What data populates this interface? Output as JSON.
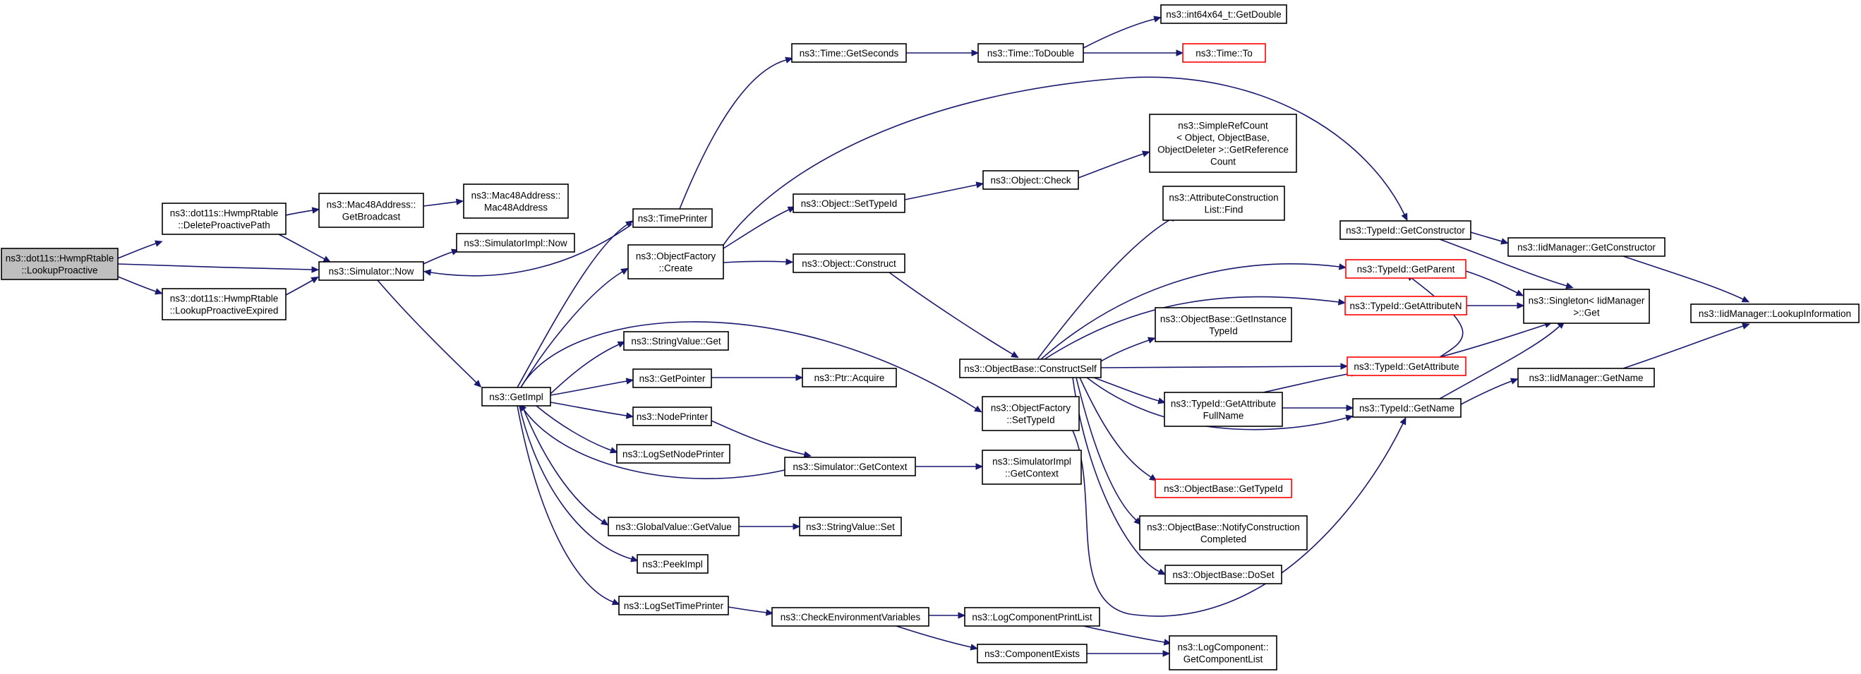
{
  "graph": {
    "nodes": [
      {
        "id": "lookup_proactive",
        "lines": [
          "ns3::dot11s::HwmpRtable",
          "::LookupProactive"
        ]
      },
      {
        "id": "delete_proactive_path",
        "lines": [
          "ns3::dot11s::HwmpRtable",
          "::DeleteProactivePath"
        ]
      },
      {
        "id": "lookup_proactive_expired",
        "lines": [
          "ns3::dot11s::HwmpRtable",
          "::LookupProactiveExpired"
        ]
      },
      {
        "id": "mac48_get_broadcast",
        "lines": [
          "ns3::Mac48Address::",
          "GetBroadcast"
        ]
      },
      {
        "id": "mac48_ctor",
        "lines": [
          "ns3::Mac48Address::",
          "Mac48Address"
        ]
      },
      {
        "id": "simulator_now",
        "lines": [
          "ns3::Simulator::Now"
        ]
      },
      {
        "id": "simulatorimpl_now",
        "lines": [
          "ns3::SimulatorImpl::Now"
        ]
      },
      {
        "id": "get_impl",
        "lines": [
          "ns3::GetImpl"
        ]
      },
      {
        "id": "time_printer",
        "lines": [
          "ns3::TimePrinter"
        ]
      },
      {
        "id": "object_factory_create",
        "lines": [
          "ns3::ObjectFactory",
          "::Create"
        ]
      },
      {
        "id": "string_value_get",
        "lines": [
          "ns3::StringValue::Get"
        ]
      },
      {
        "id": "get_pointer",
        "lines": [
          "ns3::GetPointer"
        ]
      },
      {
        "id": "node_printer",
        "lines": [
          "ns3::NodePrinter"
        ]
      },
      {
        "id": "log_set_node_printer",
        "lines": [
          "ns3::LogSetNodePrinter"
        ]
      },
      {
        "id": "global_value_get_value",
        "lines": [
          "ns3::GlobalValue::GetValue"
        ]
      },
      {
        "id": "peek_impl",
        "lines": [
          "ns3::PeekImpl"
        ]
      },
      {
        "id": "log_set_time_printer",
        "lines": [
          "ns3::LogSetTimePrinter"
        ]
      },
      {
        "id": "time_get_seconds",
        "lines": [
          "ns3::Time::GetSeconds"
        ]
      },
      {
        "id": "object_set_type_id",
        "lines": [
          "ns3::Object::SetTypeId"
        ]
      },
      {
        "id": "object_construct",
        "lines": [
          "ns3::Object::Construct"
        ]
      },
      {
        "id": "ptr_acquire",
        "lines": [
          "ns3::Ptr::Acquire"
        ]
      },
      {
        "id": "simulator_get_context",
        "lines": [
          "ns3::Simulator::GetContext"
        ]
      },
      {
        "id": "string_value_set",
        "lines": [
          "ns3::StringValue::Set"
        ]
      },
      {
        "id": "check_env_vars",
        "lines": [
          "ns3::CheckEnvironmentVariables"
        ]
      },
      {
        "id": "time_to_double",
        "lines": [
          "ns3::Time::ToDouble"
        ]
      },
      {
        "id": "object_check",
        "lines": [
          "ns3::Object::Check"
        ]
      },
      {
        "id": "objectbase_construct_self",
        "lines": [
          "ns3::ObjectBase::ConstructSelf"
        ]
      },
      {
        "id": "object_factory_set_type_id",
        "lines": [
          "ns3::ObjectFactory",
          "::SetTypeId"
        ]
      },
      {
        "id": "simulatorimpl_get_context",
        "lines": [
          "ns3::SimulatorImpl",
          "::GetContext"
        ]
      },
      {
        "id": "log_component_print_list",
        "lines": [
          "ns3::LogComponentPrintList"
        ]
      },
      {
        "id": "component_exists",
        "lines": [
          "ns3::ComponentExists"
        ]
      },
      {
        "id": "int64x64_get_double",
        "lines": [
          "ns3::int64x64_t::GetDouble"
        ]
      },
      {
        "id": "time_to",
        "lines": [
          "ns3::Time::To"
        ],
        "red": true
      },
      {
        "id": "simple_ref_count",
        "lines": [
          "ns3::SimpleRefCount",
          "< Object, ObjectBase,",
          "ObjectDeleter >::GetReference",
          "Count"
        ]
      },
      {
        "id": "attribute_construction_list_find",
        "lines": [
          "ns3::AttributeConstruction",
          "List::Find"
        ]
      },
      {
        "id": "objectbase_get_instance_type_id",
        "lines": [
          "ns3::ObjectBase::GetInstance",
          "TypeId"
        ]
      },
      {
        "id": "typeid_get_attribute_full_name",
        "lines": [
          "ns3::TypeId::GetAttribute",
          "FullName"
        ]
      },
      {
        "id": "objectbase_get_type_id",
        "lines": [
          "ns3::ObjectBase::GetTypeId"
        ],
        "red": true
      },
      {
        "id": "objectbase_notify_construction_completed",
        "lines": [
          "ns3::ObjectBase::NotifyConstruction",
          "Completed"
        ]
      },
      {
        "id": "objectbase_do_set",
        "lines": [
          "ns3::ObjectBase::DoSet"
        ]
      },
      {
        "id": "log_component_get_component_list",
        "lines": [
          "ns3::LogComponent::",
          "GetComponentList"
        ]
      },
      {
        "id": "typeid_get_constructor",
        "lines": [
          "ns3::TypeId::GetConstructor"
        ]
      },
      {
        "id": "typeid_get_parent",
        "lines": [
          "ns3::TypeId::GetParent"
        ],
        "red": true
      },
      {
        "id": "typeid_get_attribute_n",
        "lines": [
          "ns3::TypeId::GetAttributeN"
        ],
        "red": true
      },
      {
        "id": "typeid_get_attribute",
        "lines": [
          "ns3::TypeId::GetAttribute"
        ],
        "red": true
      },
      {
        "id": "typeid_get_name",
        "lines": [
          "ns3::TypeId::GetName"
        ]
      },
      {
        "id": "iidmanager_get_constructor",
        "lines": [
          "ns3::IidManager::GetConstructor"
        ]
      },
      {
        "id": "singleton_iidmanager_get",
        "lines": [
          "ns3::Singleton< IidManager",
          ">::Get"
        ]
      },
      {
        "id": "iidmanager_get_name",
        "lines": [
          "ns3::IidManager::GetName"
        ]
      },
      {
        "id": "iidmanager_lookup_information",
        "lines": [
          "ns3::IidManager::LookupInformation"
        ]
      }
    ]
  }
}
